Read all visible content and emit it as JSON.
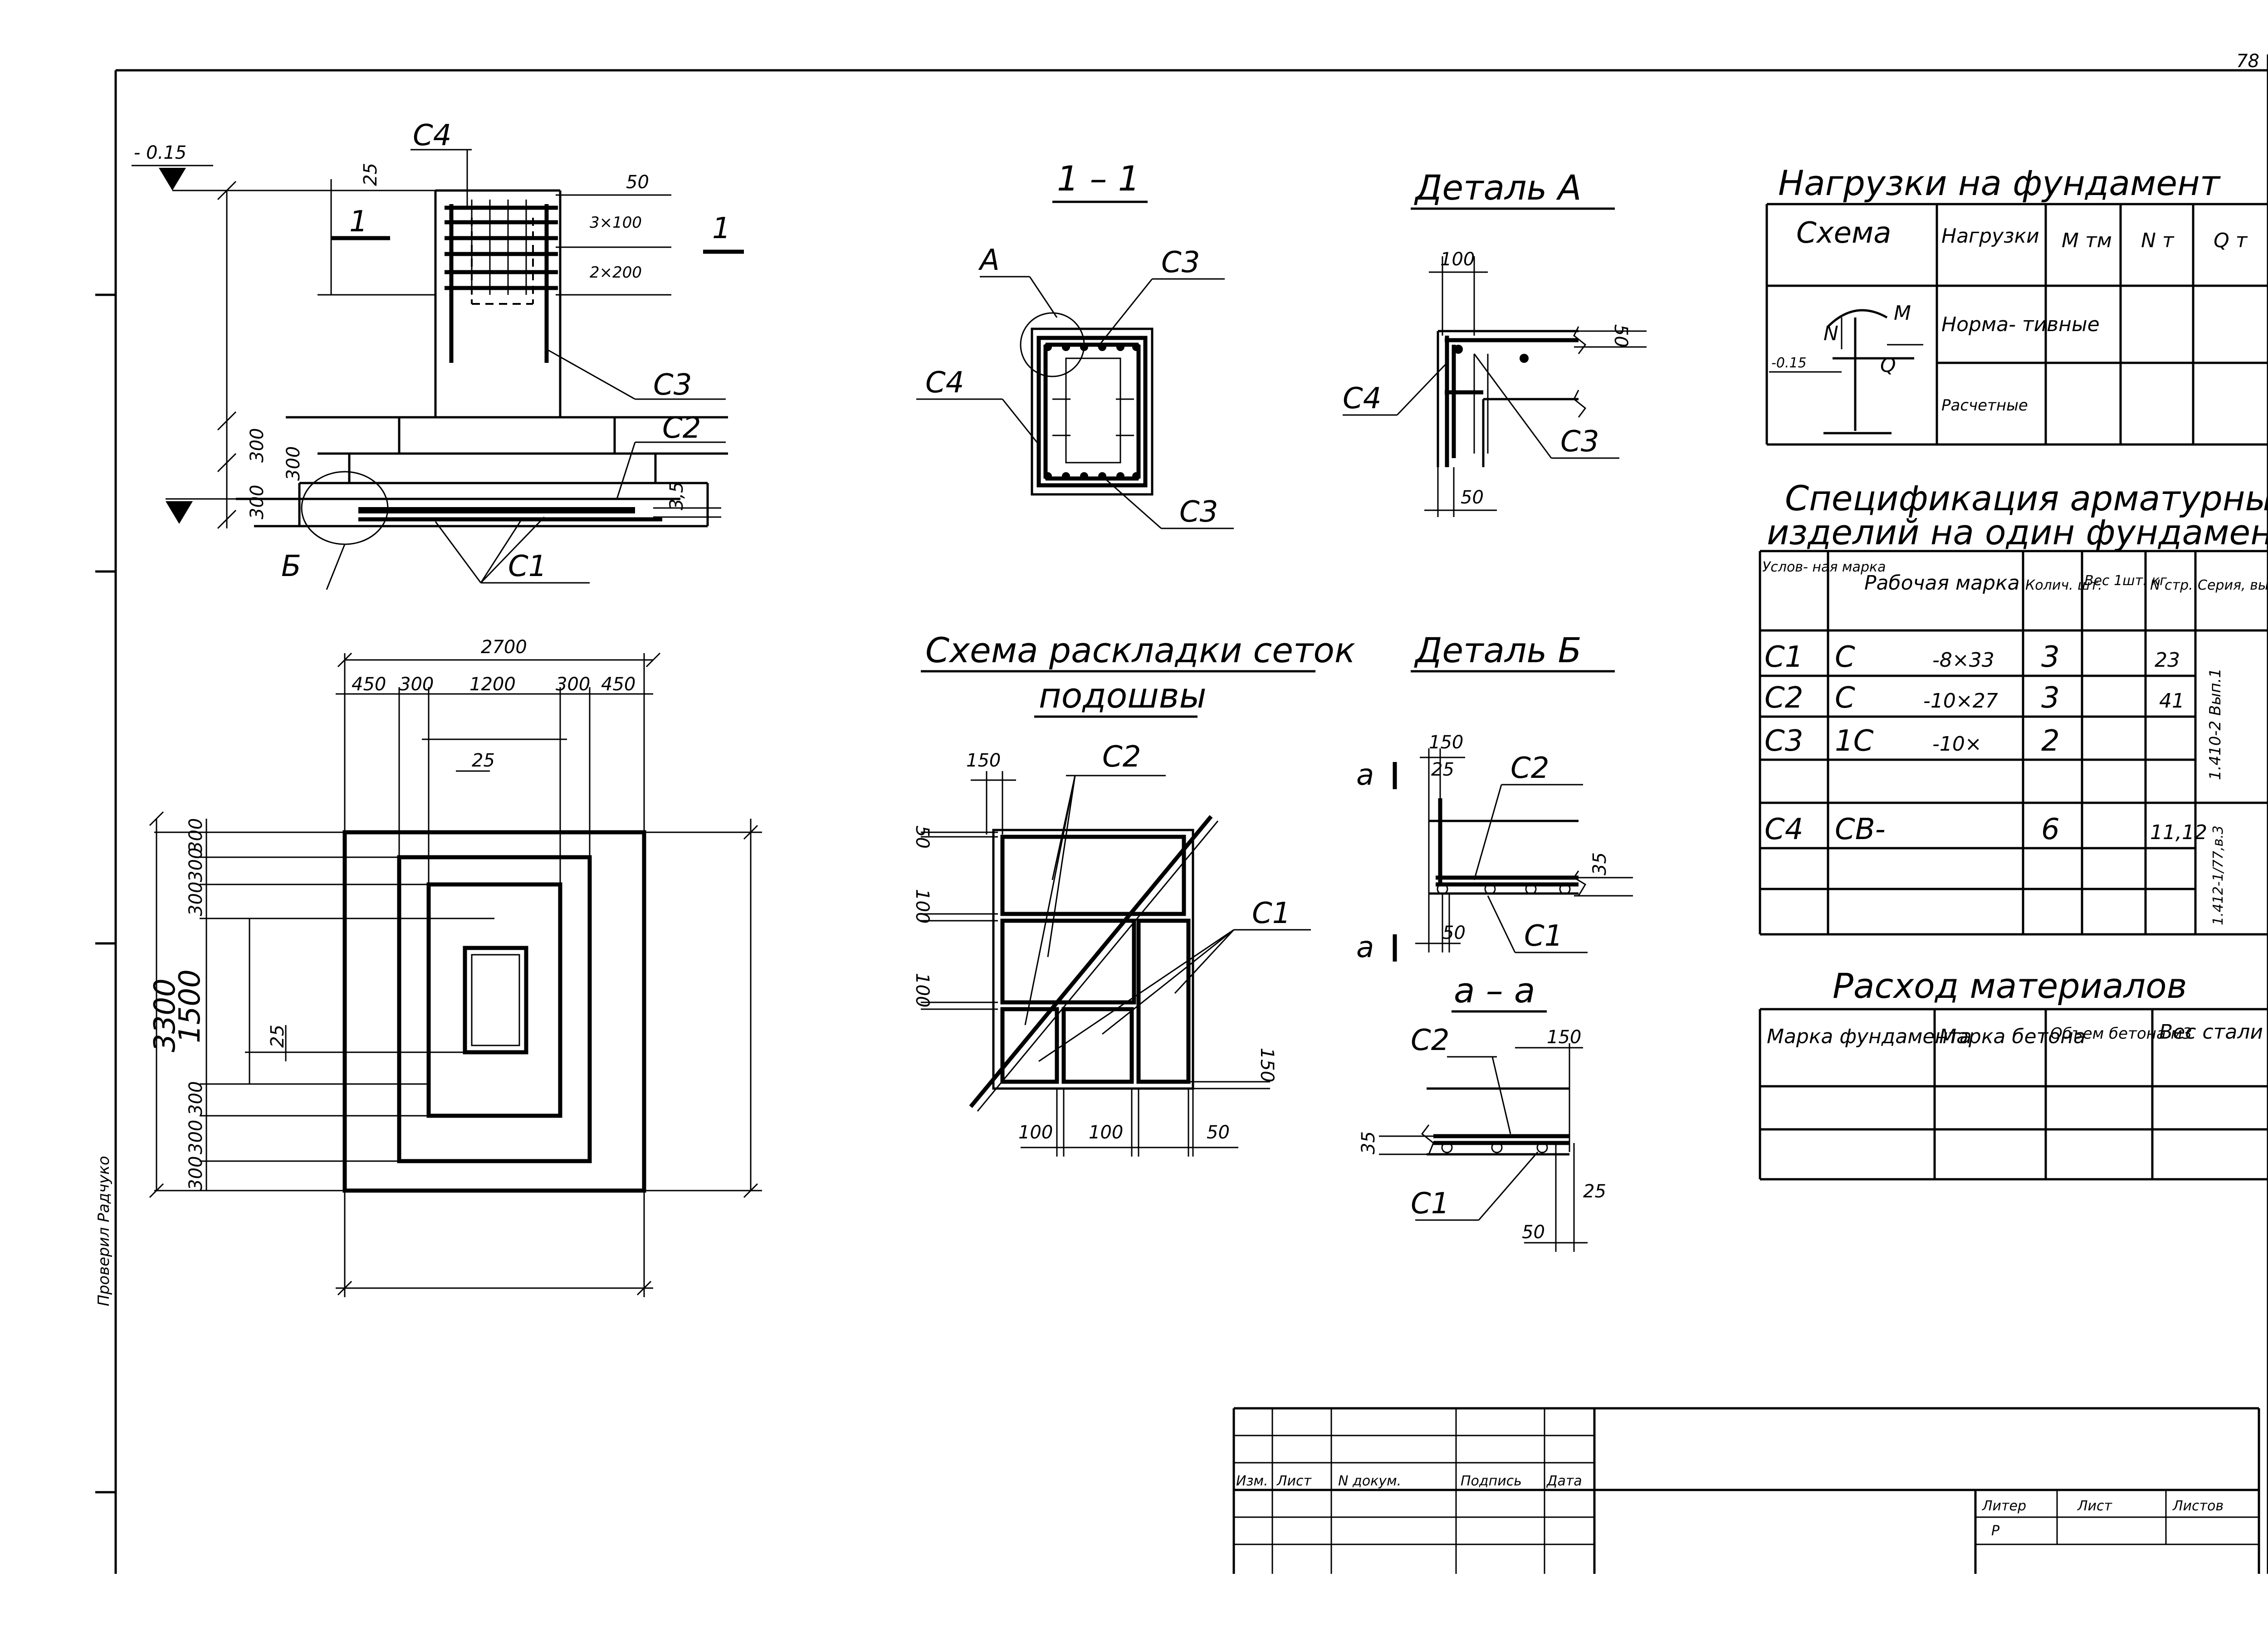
{
  "sheet_number": "78",
  "side_stamp": "Проверил Радчуко",
  "elevation": "- 0.15",
  "section_markers": {
    "cut": "1",
    "view_1_1": "1 – 1",
    "view_a_a": "а – а",
    "cut_a": "а"
  },
  "callouts": {
    "A": "А",
    "B": "Б",
    "C1": "С1",
    "C2": "С2",
    "C3": "С3",
    "C4": "С4"
  },
  "elevation_view": {
    "dims": {
      "d25": "25",
      "d50": "50",
      "d3x100": "3×100",
      "d2x200": "2×200",
      "d300a": "300",
      "d300b": "300",
      "d300c": "300",
      "d35": "3,5"
    }
  },
  "plan_view": {
    "overall_w": "2700",
    "widths": [
      "450",
      "300",
      "1200",
      "300",
      "450"
    ],
    "overall_h": "3300",
    "heights": [
      "300",
      "300",
      "300",
      "1500",
      "300",
      "300",
      "300"
    ],
    "inner": "25",
    "inner2": "25"
  },
  "detail_a": {
    "title": "Деталь А",
    "d100": "100",
    "d50a": "50",
    "d50b": "50"
  },
  "detail_b": {
    "title": "Деталь Б",
    "d150": "150",
    "d25": "25",
    "d35": "35",
    "d50": "50"
  },
  "section_aa": {
    "d150": "150",
    "d35": "35",
    "d25": "25",
    "d50": "50"
  },
  "mesh_scheme": {
    "title_line1": "Схема раскладки сеток",
    "title_line2": "подошвы",
    "d150a": "150",
    "d50": "50",
    "d100a": "100",
    "d100b": "100",
    "d150b": "150",
    "d100c": "100",
    "d100d": "100",
    "d50b": "50"
  },
  "loads_table": {
    "title": "Нагрузки на фундамент",
    "headers": [
      "Схема",
      "Нагрузки",
      "М тм",
      "N т",
      "Q т"
    ],
    "rows": [
      "Норма- тивные",
      "Расчетные"
    ],
    "scheme_labels": {
      "N": "N",
      "M": "M",
      "Q": "Q",
      "elev": "-0.15"
    }
  },
  "spec_table": {
    "title_line1": "Спецификация арматурных",
    "title_line2": "изделий на один фундамент",
    "headers": [
      "Услов- ная марка",
      "Рабочая марка",
      "Колич. шт.",
      "Вес 1шт. кг",
      "N стр.",
      "Серия, выпуск"
    ],
    "rows": [
      {
        "mark": "С1",
        "type": "С",
        "work": "-8×33",
        "qty": "3",
        "weight": "",
        "page": "23"
      },
      {
        "mark": "С2",
        "type": "С",
        "work": "-10×27",
        "qty": "3",
        "weight": "",
        "page": "41"
      },
      {
        "mark": "С3",
        "type": "1С",
        "work": "-10×",
        "qty": "2",
        "weight": "",
        "page": ""
      },
      {
        "mark": "",
        "type": "",
        "work": "",
        "qty": "",
        "weight": "",
        "page": ""
      },
      {
        "mark": "С4",
        "type": "СВ-",
        "work": "",
        "qty": "6",
        "weight": "",
        "page": "11,12"
      },
      {
        "mark": "",
        "type": "",
        "work": "",
        "qty": "",
        "weight": "",
        "page": ""
      },
      {
        "mark": "",
        "type": "",
        "work": "",
        "qty": "",
        "weight": "",
        "page": ""
      }
    ],
    "series1": "1.410-2 Вып.1",
    "series2": "1.412-1/77,в.3"
  },
  "materials_table": {
    "title": "Расход материалов",
    "headers": [
      "Марка фундамента",
      "Марка бетона",
      "Объем бетона м3",
      "Вес стали кг"
    ]
  },
  "title_block": {
    "cols": [
      "Изм.",
      "Лист",
      "N докум.",
      "Подпись",
      "Дата"
    ],
    "litera": "Литер",
    "list": "Лист",
    "listov": "Листов",
    "litera_value": "Р"
  }
}
